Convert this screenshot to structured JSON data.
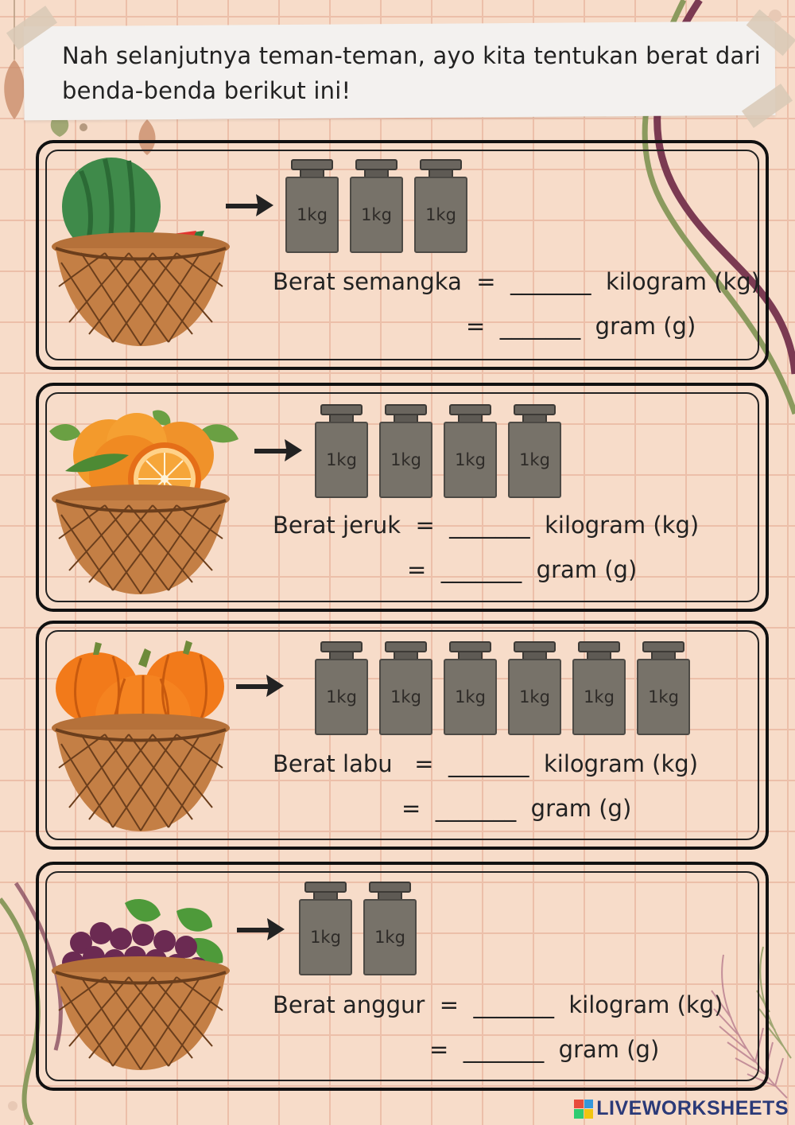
{
  "header": {
    "instruction": "Nah selanjutnya teman-teman, ayo kita tentukan berat dari benda-benda berikut ini!"
  },
  "weight_label": "1kg",
  "items": [
    {
      "fruit_icon": "watermelon-basket",
      "weight_count": 3,
      "line_kg": "Berat semangka  =  _______  kilogram (kg)",
      "line_g": "=  _______  gram (g)"
    },
    {
      "fruit_icon": "orange-basket",
      "weight_count": 4,
      "line_kg": "Berat jeruk  =  _______  kilogram (kg)",
      "line_g": "=  _______  gram (g)"
    },
    {
      "fruit_icon": "pumpkin-basket",
      "weight_count": 6,
      "line_kg": "Berat labu   =  _______  kilogram (kg)",
      "line_g": "=  _______  gram (g)"
    },
    {
      "fruit_icon": "grapes-basket",
      "weight_count": 2,
      "line_kg": "Berat anggur  =  _______  kilogram (kg)",
      "line_g": "=  _______  gram (g)"
    }
  ],
  "footer": {
    "brand": "LIVEWORKSHEETS"
  },
  "colors": {
    "background": "#f7dcc9",
    "grid": "#ecbfa9",
    "weight": "#777269",
    "brand": "#2b3a78"
  }
}
